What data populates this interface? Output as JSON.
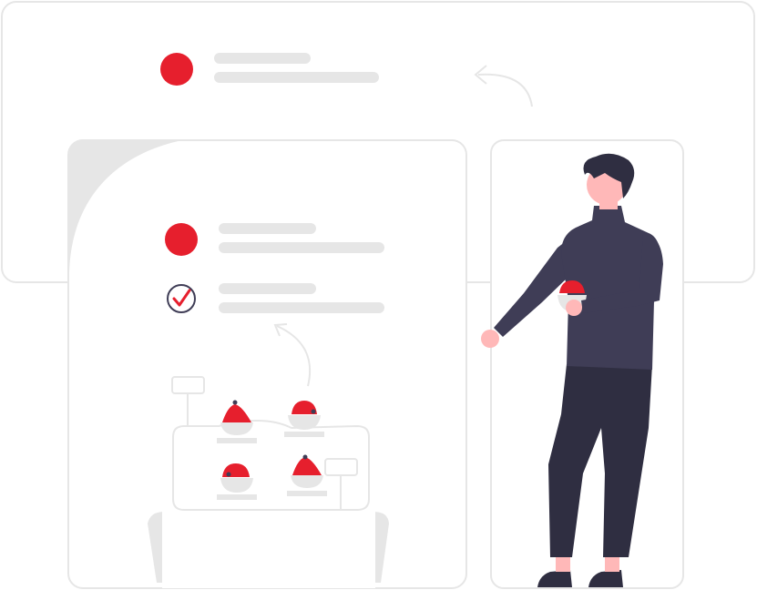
{
  "colors": {
    "accent": "#e61f2d",
    "outline": "#e6e6e6",
    "placeholder": "#e6e6e6",
    "card_fill": "#ffffff",
    "dark": "#3f3d56",
    "pants": "#2f2e41",
    "skin": "#ffb8b8",
    "hair": "#2f2e41"
  },
  "icons": [
    "record-dot-icon",
    "check-circle-icon",
    "curved-arrow-icon"
  ],
  "list_items": [
    {
      "state": "active"
    },
    {
      "state": "active"
    },
    {
      "state": "done"
    }
  ],
  "display_items": [
    {
      "variant": "cone"
    },
    {
      "variant": "dome"
    },
    {
      "variant": "dome"
    },
    {
      "variant": "cone"
    }
  ]
}
